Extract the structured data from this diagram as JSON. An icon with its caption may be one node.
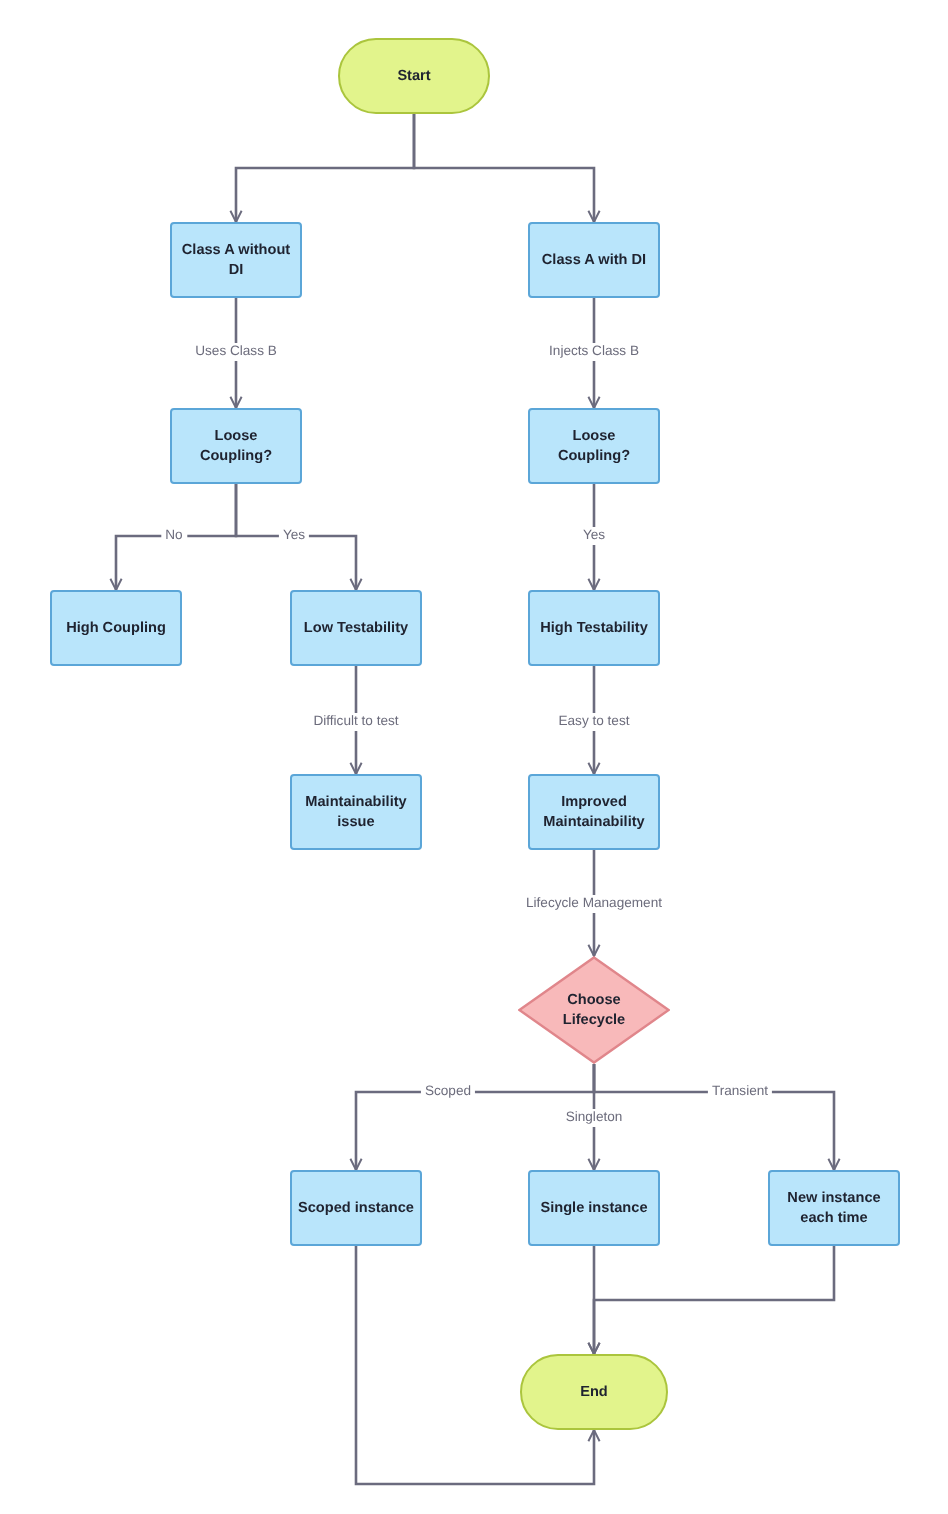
{
  "diagram": {
    "nodes": [
      {
        "text": [
          "Start"
        ]
      },
      {
        "text": [
          "Class A without DI"
        ]
      },
      {
        "text": [
          "Class A with DI"
        ]
      },
      {
        "text": [
          "Loose Coupling?"
        ]
      },
      {
        "text": [
          "Loose Coupling?"
        ]
      },
      {
        "text": [
          "High Coupling"
        ]
      },
      {
        "text": [
          "Low Testability"
        ]
      },
      {
        "text": [
          "High Testability"
        ]
      },
      {
        "text": [
          "Maintainability issue"
        ]
      },
      {
        "text": [
          "Improved Maintainability"
        ]
      },
      {
        "text": [
          "Choose Lifecycle"
        ]
      },
      {
        "text": [
          "Scoped instance"
        ]
      },
      {
        "text": [
          "Single instance"
        ]
      },
      {
        "text": [
          "New instance each time"
        ]
      },
      {
        "text": [
          "End"
        ]
      }
    ],
    "edges": [
      {
        "from": 0,
        "to": 1,
        "arrow": "to"
      },
      {
        "from": 0,
        "to": 2,
        "arrow": "to"
      },
      {
        "from": 1,
        "to": 3,
        "label": "Uses Class B",
        "arrow": "to"
      },
      {
        "from": 2,
        "to": 4,
        "label": "Injects Class B",
        "arrow": "to"
      },
      {
        "from": 3,
        "to": 5,
        "label": "No",
        "arrow": "to"
      },
      {
        "from": 3,
        "to": 6,
        "label": "Yes",
        "arrow": "to"
      },
      {
        "from": 4,
        "to": 7,
        "label": "Yes",
        "arrow": "to"
      },
      {
        "from": 6,
        "to": 8,
        "label": "Difficult to test",
        "arrow": "to"
      },
      {
        "from": 7,
        "to": 9,
        "label": "Easy to test",
        "arrow": "to"
      },
      {
        "from": 9,
        "to": 10,
        "label": "Lifecycle Management",
        "arrow": "to"
      },
      {
        "from": 10,
        "to": 11,
        "label": "Scoped",
        "arrow": "to"
      },
      {
        "from": 10,
        "to": 12,
        "label": "Singleton",
        "arrow": "to"
      },
      {
        "from": 10,
        "to": 13,
        "label": "Transient",
        "arrow": "to"
      },
      {
        "from": 11,
        "to": 14,
        "arrow": "to"
      },
      {
        "from": 12,
        "to": 14,
        "arrow": "to"
      },
      {
        "from": 13,
        "to": 14,
        "arrow": "to"
      }
    ]
  }
}
